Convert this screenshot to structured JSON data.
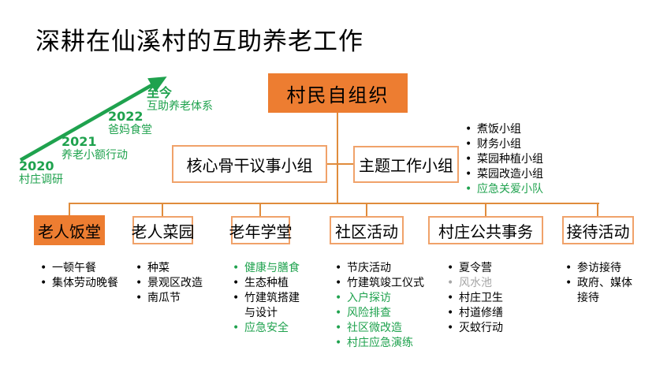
{
  "slide_title": "深耕在仙溪村的互助养老工作",
  "colors": {
    "accent_orange_fill": "#ED7D31",
    "box_border_orange": "#F0A26A",
    "connector_orange": "#E08C3C",
    "green": "#1FA24E",
    "gray": "#A6A6A6",
    "text": "#000000"
  },
  "timeline": {
    "arrow_icon": "growth-arrow",
    "milestones": [
      {
        "year": "2020",
        "label": "村庄调研"
      },
      {
        "year": "2021",
        "label": "养老小额行动"
      },
      {
        "year": "2022",
        "label": "爸妈食堂"
      },
      {
        "year": "至今",
        "label": "互助养老体系"
      }
    ]
  },
  "org": {
    "root": "村民自组织",
    "core_group": "核心骨干议事小组",
    "theme_group": "主题工作小组",
    "theme_subgroups": [
      {
        "text": "煮饭小组",
        "color": "black"
      },
      {
        "text": "财务小组",
        "color": "black"
      },
      {
        "text": "菜园种植小组",
        "color": "black"
      },
      {
        "text": "菜园改造小组",
        "color": "black"
      },
      {
        "text": "应急关爱小队",
        "color": "green"
      }
    ],
    "branches": [
      {
        "label": "老人饭堂",
        "highlight": true,
        "items": [
          {
            "text": "一顿午餐",
            "color": "black"
          },
          {
            "text": "集体劳动晚餐",
            "color": "black"
          }
        ]
      },
      {
        "label": "老人菜园",
        "highlight": false,
        "items": [
          {
            "text": "种菜",
            "color": "black"
          },
          {
            "text": "景观区改造",
            "color": "black"
          },
          {
            "text": "南瓜节",
            "color": "black"
          }
        ]
      },
      {
        "label": "老年学堂",
        "highlight": false,
        "items": [
          {
            "text": "健康与膳食",
            "color": "green"
          },
          {
            "text": "生态种植",
            "color": "black"
          },
          {
            "text": "竹建筑搭建与设计",
            "color": "black"
          },
          {
            "text": "应急安全",
            "color": "green"
          }
        ]
      },
      {
        "label": "社区活动",
        "highlight": false,
        "items": [
          {
            "text": "节庆活动",
            "color": "black"
          },
          {
            "text": "竹建筑竣工仪式",
            "color": "black"
          },
          {
            "text": "入户探访",
            "color": "green"
          },
          {
            "text": "风险排查",
            "color": "green"
          },
          {
            "text": "社区微改造",
            "color": "green"
          },
          {
            "text": "村庄应急演练",
            "color": "green"
          }
        ]
      },
      {
        "label": "村庄公共事务",
        "highlight": false,
        "items": [
          {
            "text": "夏令营",
            "color": "black"
          },
          {
            "text": "风水池",
            "color": "gray"
          },
          {
            "text": "村庄卫生",
            "color": "black"
          },
          {
            "text": "村道修缮",
            "color": "black"
          },
          {
            "text": "灭蚊行动",
            "color": "black"
          }
        ]
      },
      {
        "label": "接待活动",
        "highlight": false,
        "items": [
          {
            "text": "参访接待",
            "color": "black"
          },
          {
            "text": "政府、媒体接待",
            "color": "black"
          }
        ]
      }
    ]
  }
}
